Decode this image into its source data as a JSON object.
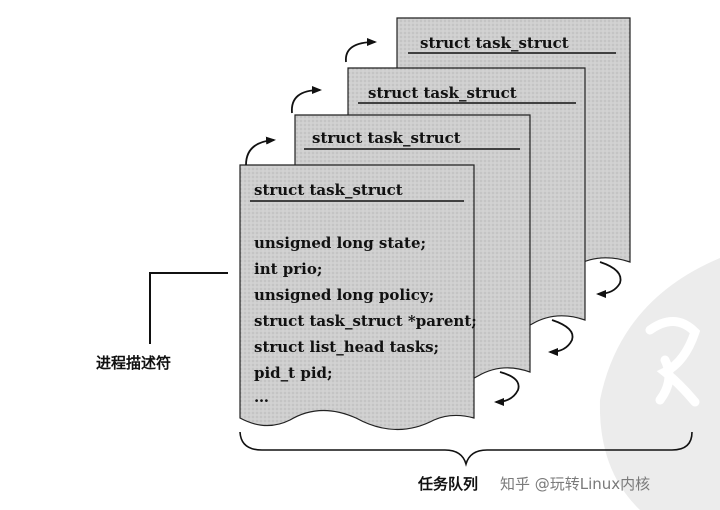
{
  "cards": [
    {
      "title": "struct task_struct"
    },
    {
      "title": "struct task_struct"
    },
    {
      "title": "struct task_struct"
    },
    {
      "title": "struct task_struct"
    }
  ],
  "front_fields": [
    "unsigned long state;",
    "int prio;",
    "unsigned long policy;",
    "struct task_struct *parent;",
    "struct list_head tasks;",
    "pid_t pid;",
    "…"
  ],
  "labels": {
    "descriptor": "进程描述符",
    "queue": "任务队列"
  },
  "watermark": {
    "text": "知乎 @玩转Linux内核"
  }
}
